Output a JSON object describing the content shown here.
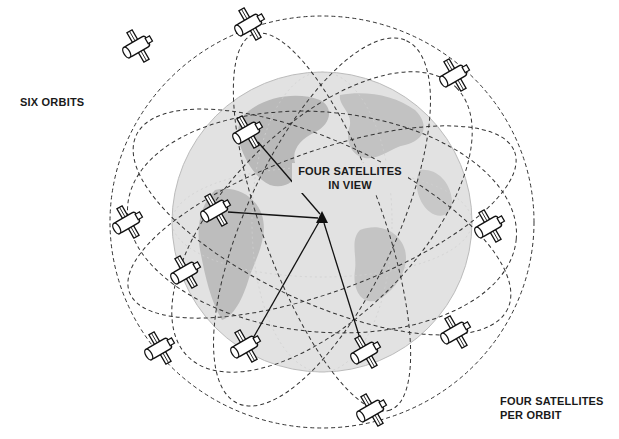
{
  "diagram": {
    "labels": [
      "SIX ORBITS",
      "FOUR SATELLITES IN VIEW",
      "FOUR SATELLITES PER ORBIT"
    ]
  }
}
